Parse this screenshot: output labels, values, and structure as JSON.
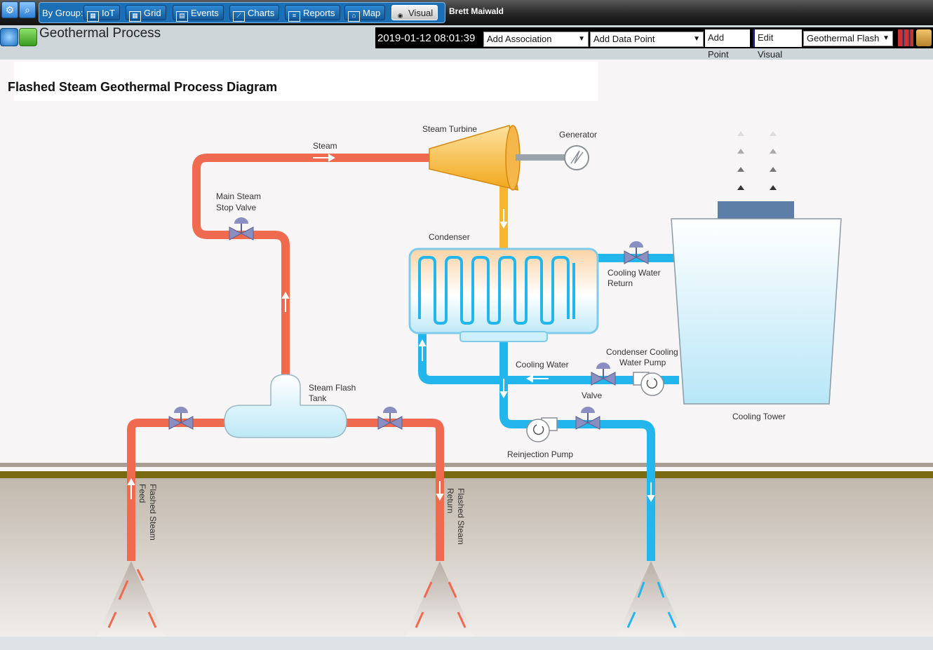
{
  "topbar": {
    "group_label": "By Group:",
    "nav": [
      {
        "label": "IoT",
        "icon": "iot-icon"
      },
      {
        "label": "Grid",
        "icon": "grid-icon"
      },
      {
        "label": "Events",
        "icon": "calendar-icon"
      },
      {
        "label": "Charts",
        "icon": "line-chart-icon"
      },
      {
        "label": "Reports",
        "icon": "report-icon"
      },
      {
        "label": "Map",
        "icon": "map-icon"
      },
      {
        "label": "Visual",
        "icon": "eye-icon",
        "active": true
      }
    ],
    "user": "Brett Maiwald"
  },
  "page": {
    "title": "Geothermal Process",
    "timestamp": "2019-01-12 08:01:39",
    "add_association": "Add Association",
    "add_data_point": "Add Data Point",
    "add_point": "Add Point",
    "edit_visual": "Edit Visual",
    "visual_select": "Geothermal Flash"
  },
  "diagram": {
    "title": "Flashed Steam Geothermal Process Diagram",
    "labels": {
      "steam": "Steam",
      "steam_turbine": "Steam Turbine",
      "generator": "Generator",
      "main_steam_stop_valve_1": "Main Steam",
      "main_steam_stop_valve_2": "Stop Valve",
      "condenser": "Condenser",
      "cooling_water_return_1": "Cooling Water",
      "cooling_water_return_2": "Return",
      "condenser_pump_1": "Condenser Cooling",
      "condenser_pump_2": "Water Pump",
      "cooling_water": "Cooling Water",
      "valve": "Valve",
      "cooling_tower": "Cooling Tower",
      "steam_flash_tank_1": "Steam Flash",
      "steam_flash_tank_2": "Tank",
      "reinjection_pump": "Reinjection Pump",
      "flashed_steam_feed_1": "Flashed Steam",
      "flashed_steam_feed_2": "Feed",
      "flashed_steam_return_1": "Flashed Steam",
      "flashed_steam_return_2": "Return"
    },
    "colors": {
      "steam_pipe": "#ef6a4e",
      "water_pipe": "#22b6ec",
      "turbine": "#f7b531",
      "ground": "#c9c0b6"
    }
  }
}
